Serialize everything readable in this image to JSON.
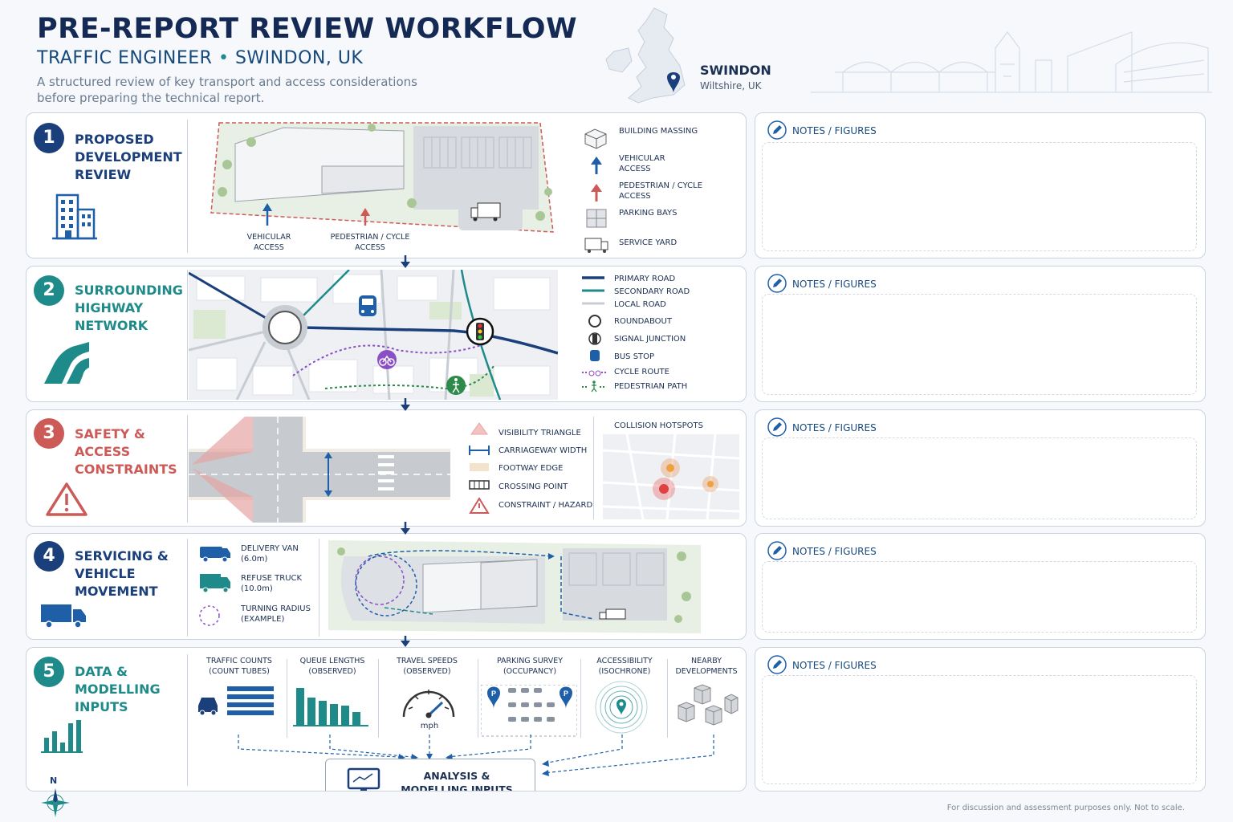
{
  "header": {
    "title": "PRE-REPORT REVIEW WORKFLOW",
    "subtitle_role": "TRAFFIC ENGINEER",
    "subtitle_place": "SWINDON, UK",
    "description": "A structured review of key transport and access considerations before preparing the technical report.",
    "location_name": "SWINDON",
    "location_sub": "Wiltshire, UK"
  },
  "colors": {
    "navy": "#1b3f7a",
    "teal": "#1f8a8a",
    "red": "#cc5a57",
    "blue": "#1f5fa8"
  },
  "notes_label": "NOTES / FIGURES",
  "sections": [
    {
      "num": "1",
      "title": "PROPOSED DEVELOPMENT REVIEW",
      "labels": {
        "vehicular": "VEHICULAR ACCESS",
        "pedestrian": "PEDESTRIAN / CYCLE ACCESS"
      },
      "legend": [
        "BUILDING MASSING",
        "VEHICULAR ACCESS",
        "PEDESTRIAN / CYCLE ACCESS",
        "PARKING BAYS",
        "SERVICE YARD"
      ]
    },
    {
      "num": "2",
      "title": "SURROUNDING HIGHWAY NETWORK",
      "legend": [
        "PRIMARY ROAD",
        "SECONDARY ROAD",
        "LOCAL ROAD",
        "ROUNDABOUT",
        "SIGNAL JUNCTION",
        "BUS STOP",
        "CYCLE ROUTE",
        "PEDESTRIAN PATH"
      ]
    },
    {
      "num": "3",
      "title": "SAFETY & ACCESS CONSTRAINTS",
      "legend": [
        "VISIBILITY TRIANGLE",
        "CARRIAGEWAY WIDTH",
        "FOOTWAY EDGE",
        "CROSSING POINT",
        "CONSTRAINT / HAZARD"
      ],
      "hotspots_title": "COLLISION HOTSPOTS"
    },
    {
      "num": "4",
      "title": "SERVICING & VEHICLE MOVEMENT",
      "legend": [
        {
          "name": "DELIVERY VAN",
          "detail": "(6.0m)"
        },
        {
          "name": "REFUSE TRUCK",
          "detail": "(10.0m)"
        },
        {
          "name": "TURNING RADIUS",
          "detail": "(EXAMPLE)"
        }
      ]
    },
    {
      "num": "5",
      "title": "DATA & MODELLING INPUTS",
      "columns": [
        {
          "name": "TRAFFIC COUNTS",
          "detail": "(COUNT TUBES)"
        },
        {
          "name": "QUEUE LENGTHS",
          "detail": "(OBSERVED)"
        },
        {
          "name": "TRAVEL SPEEDS",
          "detail": "(OBSERVED)"
        },
        {
          "name": "PARKING SURVEY",
          "detail": "(OCCUPANCY)"
        },
        {
          "name": "ACCESSIBILITY",
          "detail": "(ISOCHRONE)"
        },
        {
          "name": "NEARBY",
          "detail": "DEVELOPMENTS"
        }
      ],
      "speed_unit": "mph",
      "summary": "ANALYSIS & MODELLING INPUTS SUMMARY"
    }
  ],
  "compass": "N",
  "footer": "For discussion and assessment purposes only. Not to scale."
}
